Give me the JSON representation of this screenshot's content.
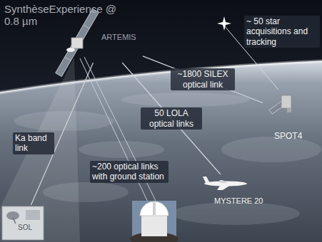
{
  "diagram": {
    "title": "SynthèseExperience @ 0.8 µm",
    "nodes": [
      {
        "text": [
          "ARTEMIS"
        ]
      },
      {
        "text": [
          "SPOT4"
        ]
      },
      {
        "text": [
          "MYSTERE 20"
        ]
      },
      {
        "text": [
          "SOL"
        ]
      }
    ],
    "edges": [
      {
        "from": 0,
        "to": 1,
        "arrow": "none",
        "label": "~1800 SILEX optical link"
      },
      {
        "from": 0,
        "to": 2,
        "arrow": "none",
        "label": "50 LOLA optical links"
      },
      {
        "from": 0,
        "to": 3,
        "arrow": "none"
      }
    ],
    "labels": [
      "~ 50 star acquisitions and tracking",
      "Ka band link",
      "~200 optical links with ground station"
    ]
  }
}
